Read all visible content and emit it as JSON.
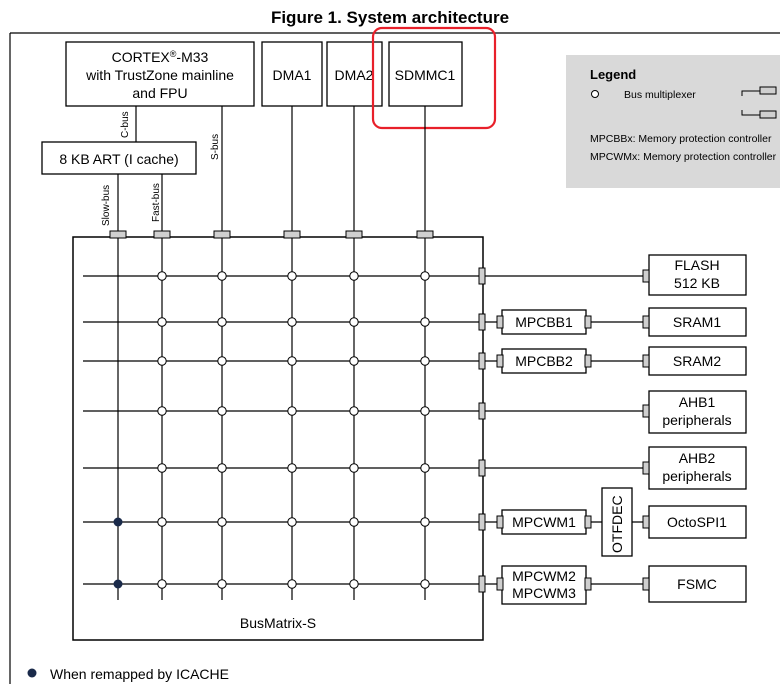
{
  "title": "Figure 1. System architecture",
  "cpu": {
    "line1_a": "CORTEX",
    "line1_sup": "®",
    "line1_b": "-M33",
    "line2": "with TrustZone mainline",
    "line3": "and FPU"
  },
  "masters": {
    "dma1": "DMA1",
    "dma2": "DMA2",
    "sdmmc1": "SDMMC1"
  },
  "art": "8 KB ART (I cache)",
  "buses": {
    "cbus": "C-bus",
    "sbus": "S-bus",
    "slowbus": "Slow-bus",
    "fastbus": "Fast-bus"
  },
  "legend": {
    "title": "Legend",
    "mux": "Bus multiplexer",
    "mpcbb": "MPCBBx: Memory protection controller",
    "mpcwm": "MPCWMx: Memory protection controller"
  },
  "matrix_label": "BusMatrix-S",
  "slaves": {
    "flash_1": "FLASH",
    "flash_2": "512 KB",
    "sram1": "SRAM1",
    "sram2": "SRAM2",
    "ahb1_1": "AHB1",
    "ahb1_2": "peripherals",
    "ahb2_1": "AHB2",
    "ahb2_2": "peripherals",
    "octospi": "OctoSPI1",
    "fsmc": "FSMC"
  },
  "controllers": {
    "mpcbb1": "MPCBB1",
    "mpcbb2": "MPCBB2",
    "mpcwm1": "MPCWM1",
    "mpcwm2": "MPCWM2",
    "mpcwm3": "MPCWM3",
    "otfdec": "OTFDEC"
  },
  "footnote": "When remapped by ICACHE",
  "colors": {
    "highlight": "#e8202a",
    "legend_bg": "#d9d9d9",
    "port": "#cfcfcf",
    "remap_dot": "#1a2a4a"
  }
}
